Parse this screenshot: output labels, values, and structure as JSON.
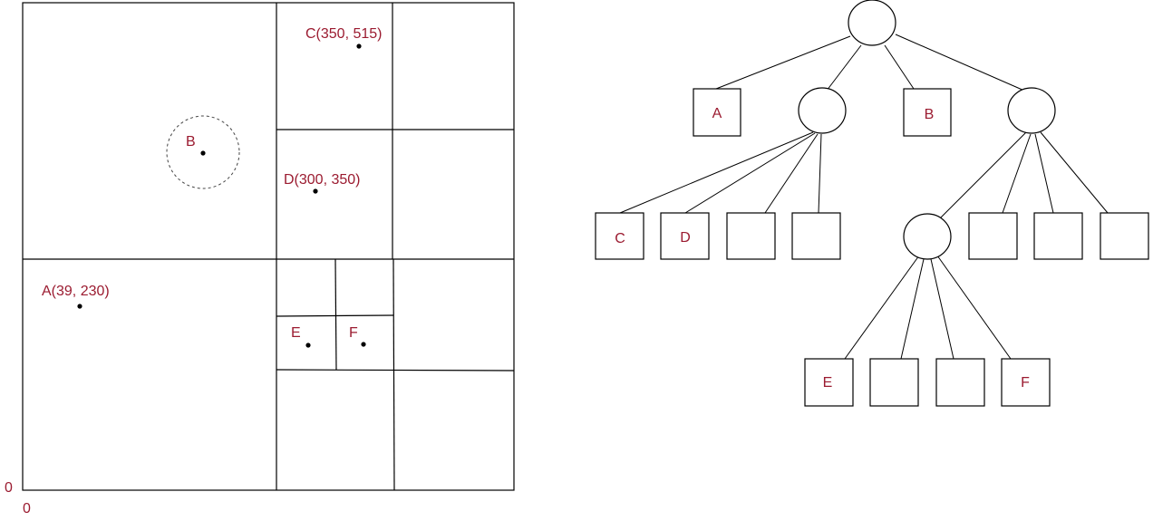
{
  "colors": {
    "label": "#9b1b30",
    "line": "#000000",
    "background": "#ffffff"
  },
  "quadtree": {
    "origin_x_label": "0",
    "origin_y_label": "0",
    "points": [
      {
        "id": "A",
        "label": "A(39, 230)"
      },
      {
        "id": "B",
        "label": "B"
      },
      {
        "id": "C",
        "label": "C(350, 515)"
      },
      {
        "id": "D",
        "label": "D(300, 350)"
      },
      {
        "id": "E",
        "label": "E"
      },
      {
        "id": "F",
        "label": "F"
      }
    ]
  },
  "tree": {
    "root": "",
    "level1": [
      "A",
      "",
      "B",
      ""
    ],
    "level2_left": [
      "C",
      "D",
      "",
      ""
    ],
    "level2_right": [
      "",
      "",
      "",
      ""
    ],
    "level3": [
      "E",
      "",
      "",
      "F"
    ]
  }
}
